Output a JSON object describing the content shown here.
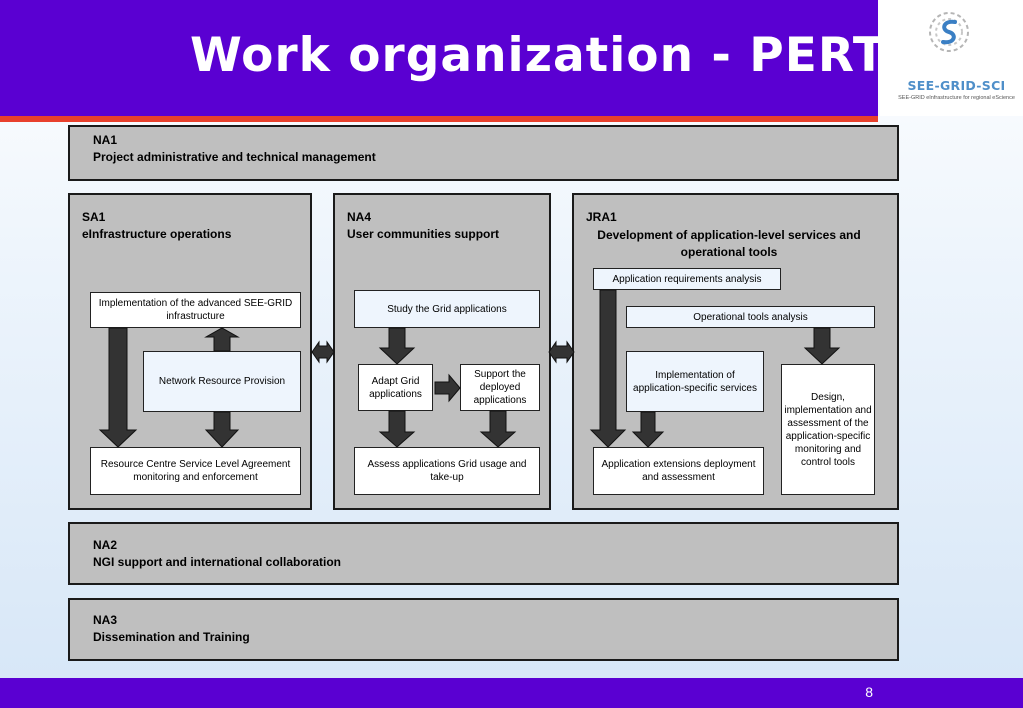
{
  "header": {
    "title": "Work organization - PERT"
  },
  "logo": {
    "name": "SEE-GRID-SCI",
    "tagline": "SEE-GRID eInfrastructure for regional eScience"
  },
  "footer": {
    "page_number": "8"
  },
  "na1": {
    "code": "NA1",
    "title": "Project administrative and technical management"
  },
  "sa1": {
    "code": "SA1",
    "title": "eInfrastructure operations",
    "items": {
      "advanced": "Implementation of the advanced SEE-GRID infrastructure",
      "network": "Network Resource Provision",
      "sla": "Resource Centre Service Level Agreement monitoring and enforcement"
    }
  },
  "na4": {
    "code": "NA4",
    "title": "User communities support",
    "items": {
      "study": "Study the  Grid applications",
      "adapt": "Adapt Grid applications",
      "support": "Support the deployed applications",
      "assess": "Assess applications Grid usage and take-up"
    }
  },
  "jra1": {
    "code": "JRA1",
    "title": "Development of application-level services and operational tools",
    "items": {
      "requirements": "Application requirements analysis",
      "operational": "Operational tools analysis",
      "implementation": "Implementation of application-specific services",
      "extensions": "Application extensions deployment and assessment",
      "design": "Design, implementation and assessment of the application-specific monitoring and control tools"
    }
  },
  "na2": {
    "code": "NA2",
    "title": "NGI support and international collaboration"
  },
  "na3": {
    "code": "NA3",
    "title": "Dissemination and Training"
  },
  "colors": {
    "header": "#5a00d2",
    "accent_red": "#e8402c",
    "box_gray": "#bfbfbf",
    "arrow": "#333333"
  }
}
